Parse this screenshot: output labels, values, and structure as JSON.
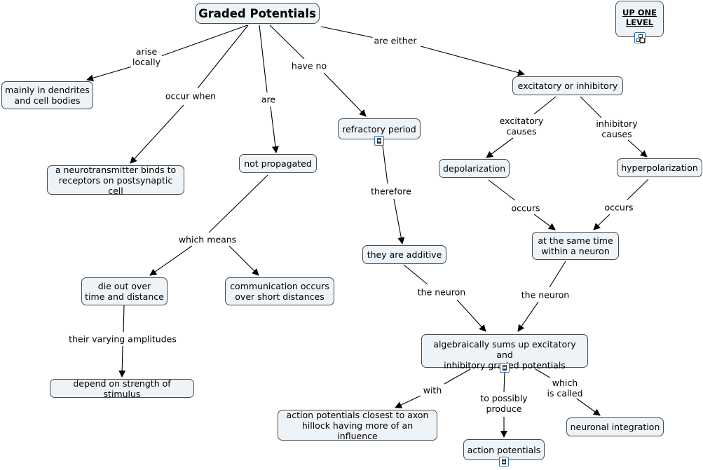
{
  "title": "Graded Potentials",
  "up_one_level": [
    "UP ONE",
    "LEVEL"
  ],
  "nodes": {
    "dendrites": [
      "mainly in dendrites",
      "and cell bodies"
    ],
    "neurotransmitter": [
      "a neurotransmitter binds to",
      "receptors on postsynaptic cell"
    ],
    "not_propagated": "not propagated",
    "refractory": "refractory period",
    "excit_inhib": "excitatory or inhibitory",
    "depolarization": "depolarization",
    "hyperpolarization": "hyperpolarization",
    "same_time": [
      "at the same time",
      "within a neuron"
    ],
    "additive": "they are additive",
    "die_out": [
      "die out over",
      "time and distance"
    ],
    "communication": [
      "communication occurs",
      "over short distances"
    ],
    "strength": "depend on strength of stimulus",
    "sums": [
      "algebraically sums up excitatory and",
      "inhibitory graded potentials"
    ],
    "closest": [
      "action potentials closest to axon",
      "hillock having more of an influence"
    ],
    "action_potentials": "action potentials",
    "integration": "neuronal integration"
  },
  "links": {
    "arise_locally": "arise\nlocally",
    "occur_when": "occur when",
    "are": "are",
    "have_no": "have no",
    "are_either": "are either",
    "excitatory_causes": "excitatory\ncauses",
    "inhibitory_causes": "inhibitory\ncauses",
    "therefore": "therefore",
    "occurs_1": "occurs",
    "occurs_2": "occurs",
    "which_means": "which means",
    "their_varying": "their varying amplitudes",
    "the_neuron_1": "the neuron",
    "the_neuron_2": "the neuron",
    "with": "with",
    "to_possibly": "to possibly\nproduce",
    "which_is_called": "which\nis called"
  },
  "icons": [
    "document-icon",
    "map-hierarchy-icon"
  ]
}
